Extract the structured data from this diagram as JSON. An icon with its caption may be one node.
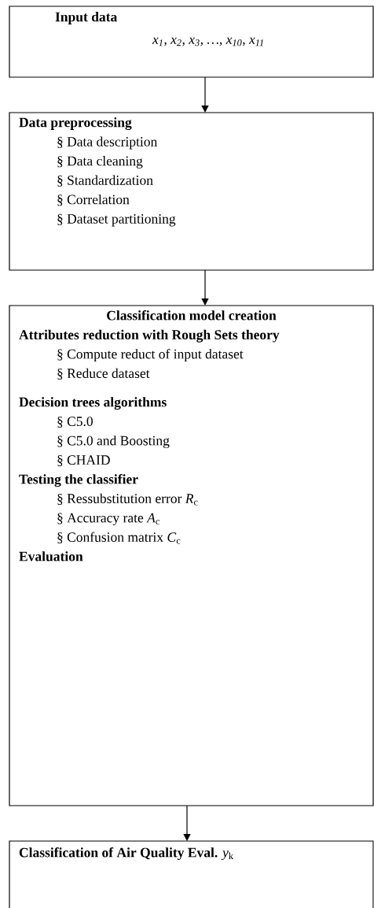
{
  "diagram": {
    "nodes": [
      {
        "text": [
          "Input data",
          "x$_{1}$, x$_{2}$, x$_{3}$, …,  x$_{10}$, x$_{11}$"
        ]
      },
      {
        "text": [
          "Data preprocessing",
          "§ Data description",
          "§ Data cleaning",
          "§ Standardization",
          "§ Correlation",
          "§ Dataset partitioning"
        ]
      },
      {
        "text": [
          "Classification model creation",
          "Attributes reduction with Rough Sets theory",
          "§ Compute reduct of  input dataset",
          "§ Reduce dataset",
          "Decision trees algorithms",
          "§ C5.0",
          "§ C5.0 and Boosting",
          "§ CHAID",
          "Testing the classifier",
          "§ Ressubstitution error *R*$_{c}$",
          "§ Accuracy rate *A*$_{c}$",
          "§ Confusion matrix *C*$_{c}$",
          "Evaluation"
        ]
      },
      {
        "text": [
          "**Classification of Air Quality Eval.**  *y*$_{k}$"
        ]
      }
    ],
    "edges": [
      {
        "from": 0,
        "to": 1,
        "arrow": "to"
      },
      {
        "from": 1,
        "to": 2,
        "arrow": "to"
      },
      {
        "from": 2,
        "to": 3,
        "arrow": "to"
      }
    ]
  }
}
